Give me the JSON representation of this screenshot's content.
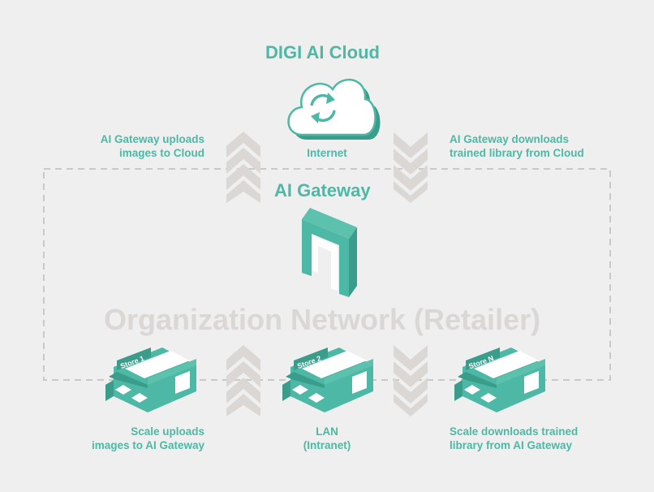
{
  "title": "DIGI AI Cloud",
  "gateway_title": "AI Gateway",
  "network_title": "Organization Network (Retailer)",
  "labels": {
    "upload_cloud": [
      "AI Gateway uploads",
      "images to Cloud"
    ],
    "internet": "Internet",
    "download_cloud": [
      "AI Gateway downloads",
      "trained library from Cloud"
    ],
    "scale_upload": [
      "Scale uploads",
      "images to AI Gateway"
    ],
    "lan": [
      "LAN",
      "(Intranet)"
    ],
    "scale_download": [
      "Scale downloads trained",
      "library from AI Gateway"
    ]
  },
  "stores": [
    {
      "sign": "Store 1"
    },
    {
      "sign": "Store 2"
    },
    {
      "sign": "Store N"
    }
  ],
  "icons": [
    "cloud-sync-icon",
    "gateway-arch-icon",
    "store-icon",
    "upload-chevrons-icon",
    "download-chevrons-icon"
  ],
  "colors": {
    "accent": "#4db8a5",
    "accent_dark": "#3a9d8b",
    "arrow": "#dad7d5",
    "boundary": "#c9c9c9",
    "background": "#efefef"
  }
}
